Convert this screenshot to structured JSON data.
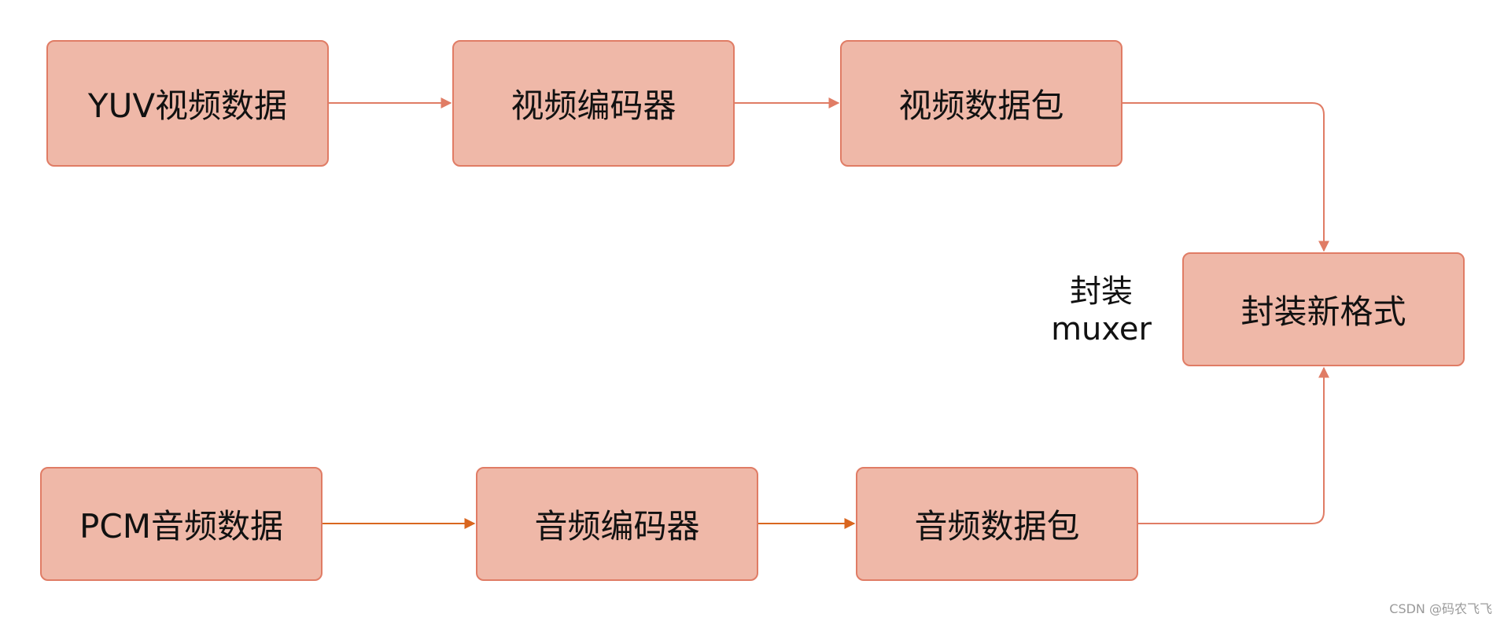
{
  "nodes": {
    "yuv_data": "YUV视频数据",
    "video_encoder": "视频编码器",
    "video_packet": "视频数据包",
    "new_format": "封装新格式",
    "pcm_data": "PCM音频数据",
    "audio_encoder": "音频编码器",
    "audio_packet": "音频数据包"
  },
  "mux_label": {
    "line1": "封装",
    "line2": "muxer"
  },
  "watermark": "CSDN @码农飞飞",
  "colors": {
    "node_fill": "#efb8a8",
    "node_stroke": "#e07c65",
    "edge_video": "#e07c65",
    "edge_audio": "#d9661f"
  }
}
